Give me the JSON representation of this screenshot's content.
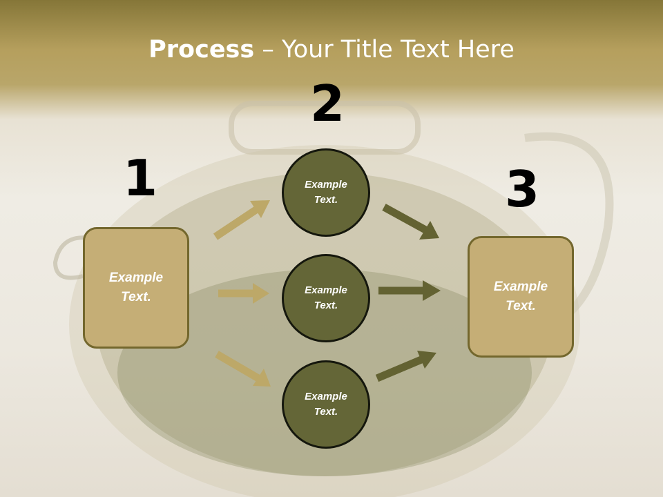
{
  "title": {
    "bold": "Process",
    "rest": " – Your Title Text Here"
  },
  "steps": {
    "one": "1",
    "two": "2",
    "three": "3"
  },
  "nodes": {
    "left": "Example Text.",
    "right": "Example Text.",
    "top": "Example Text.",
    "middle": "Example Text.",
    "bottom": "Example Text."
  },
  "colors": {
    "box_fill": "#c5ae76",
    "box_border": "#73672d",
    "circle_fill": "#646637",
    "arrow_light": "#bda868",
    "arrow_dark": "#636232"
  }
}
